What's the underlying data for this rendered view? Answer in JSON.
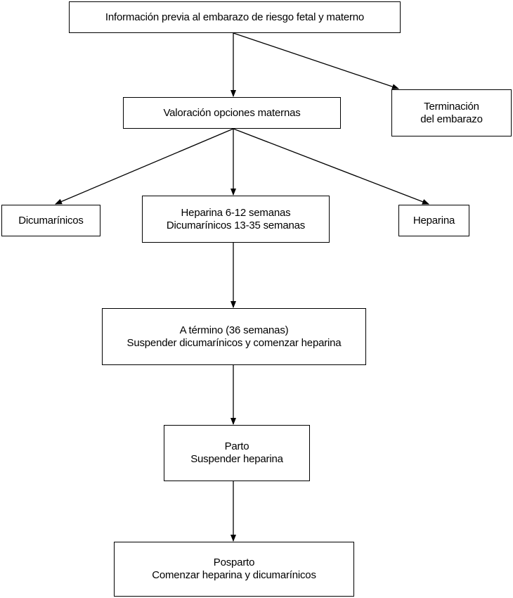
{
  "nodes": {
    "info": {
      "line1": "Información previa al embarazo de riesgo fetal y materno"
    },
    "valoracion": {
      "line1": "Valoración opciones maternas"
    },
    "terminacion": {
      "line1": "Terminación",
      "line2": "del embarazo"
    },
    "dicumarinicos": {
      "line1": "Dicumarínicos"
    },
    "heparina_dicumarinicos": {
      "line1": "Heparina 6-12 semanas",
      "line2": "Dicumarínicos 13-35 semanas"
    },
    "heparina": {
      "line1": "Heparina"
    },
    "a_termino": {
      "line1": "A término (36 semanas)",
      "line2": "Suspender dicumarínicos y comenzar heparina"
    },
    "parto": {
      "line1": "Parto",
      "line2": "Suspender heparina"
    },
    "posparto": {
      "line1": "Posparto",
      "line2": "Comenzar heparina y dicumarínicos"
    }
  },
  "colors": {
    "line": "#000000",
    "background": "#ffffff"
  }
}
